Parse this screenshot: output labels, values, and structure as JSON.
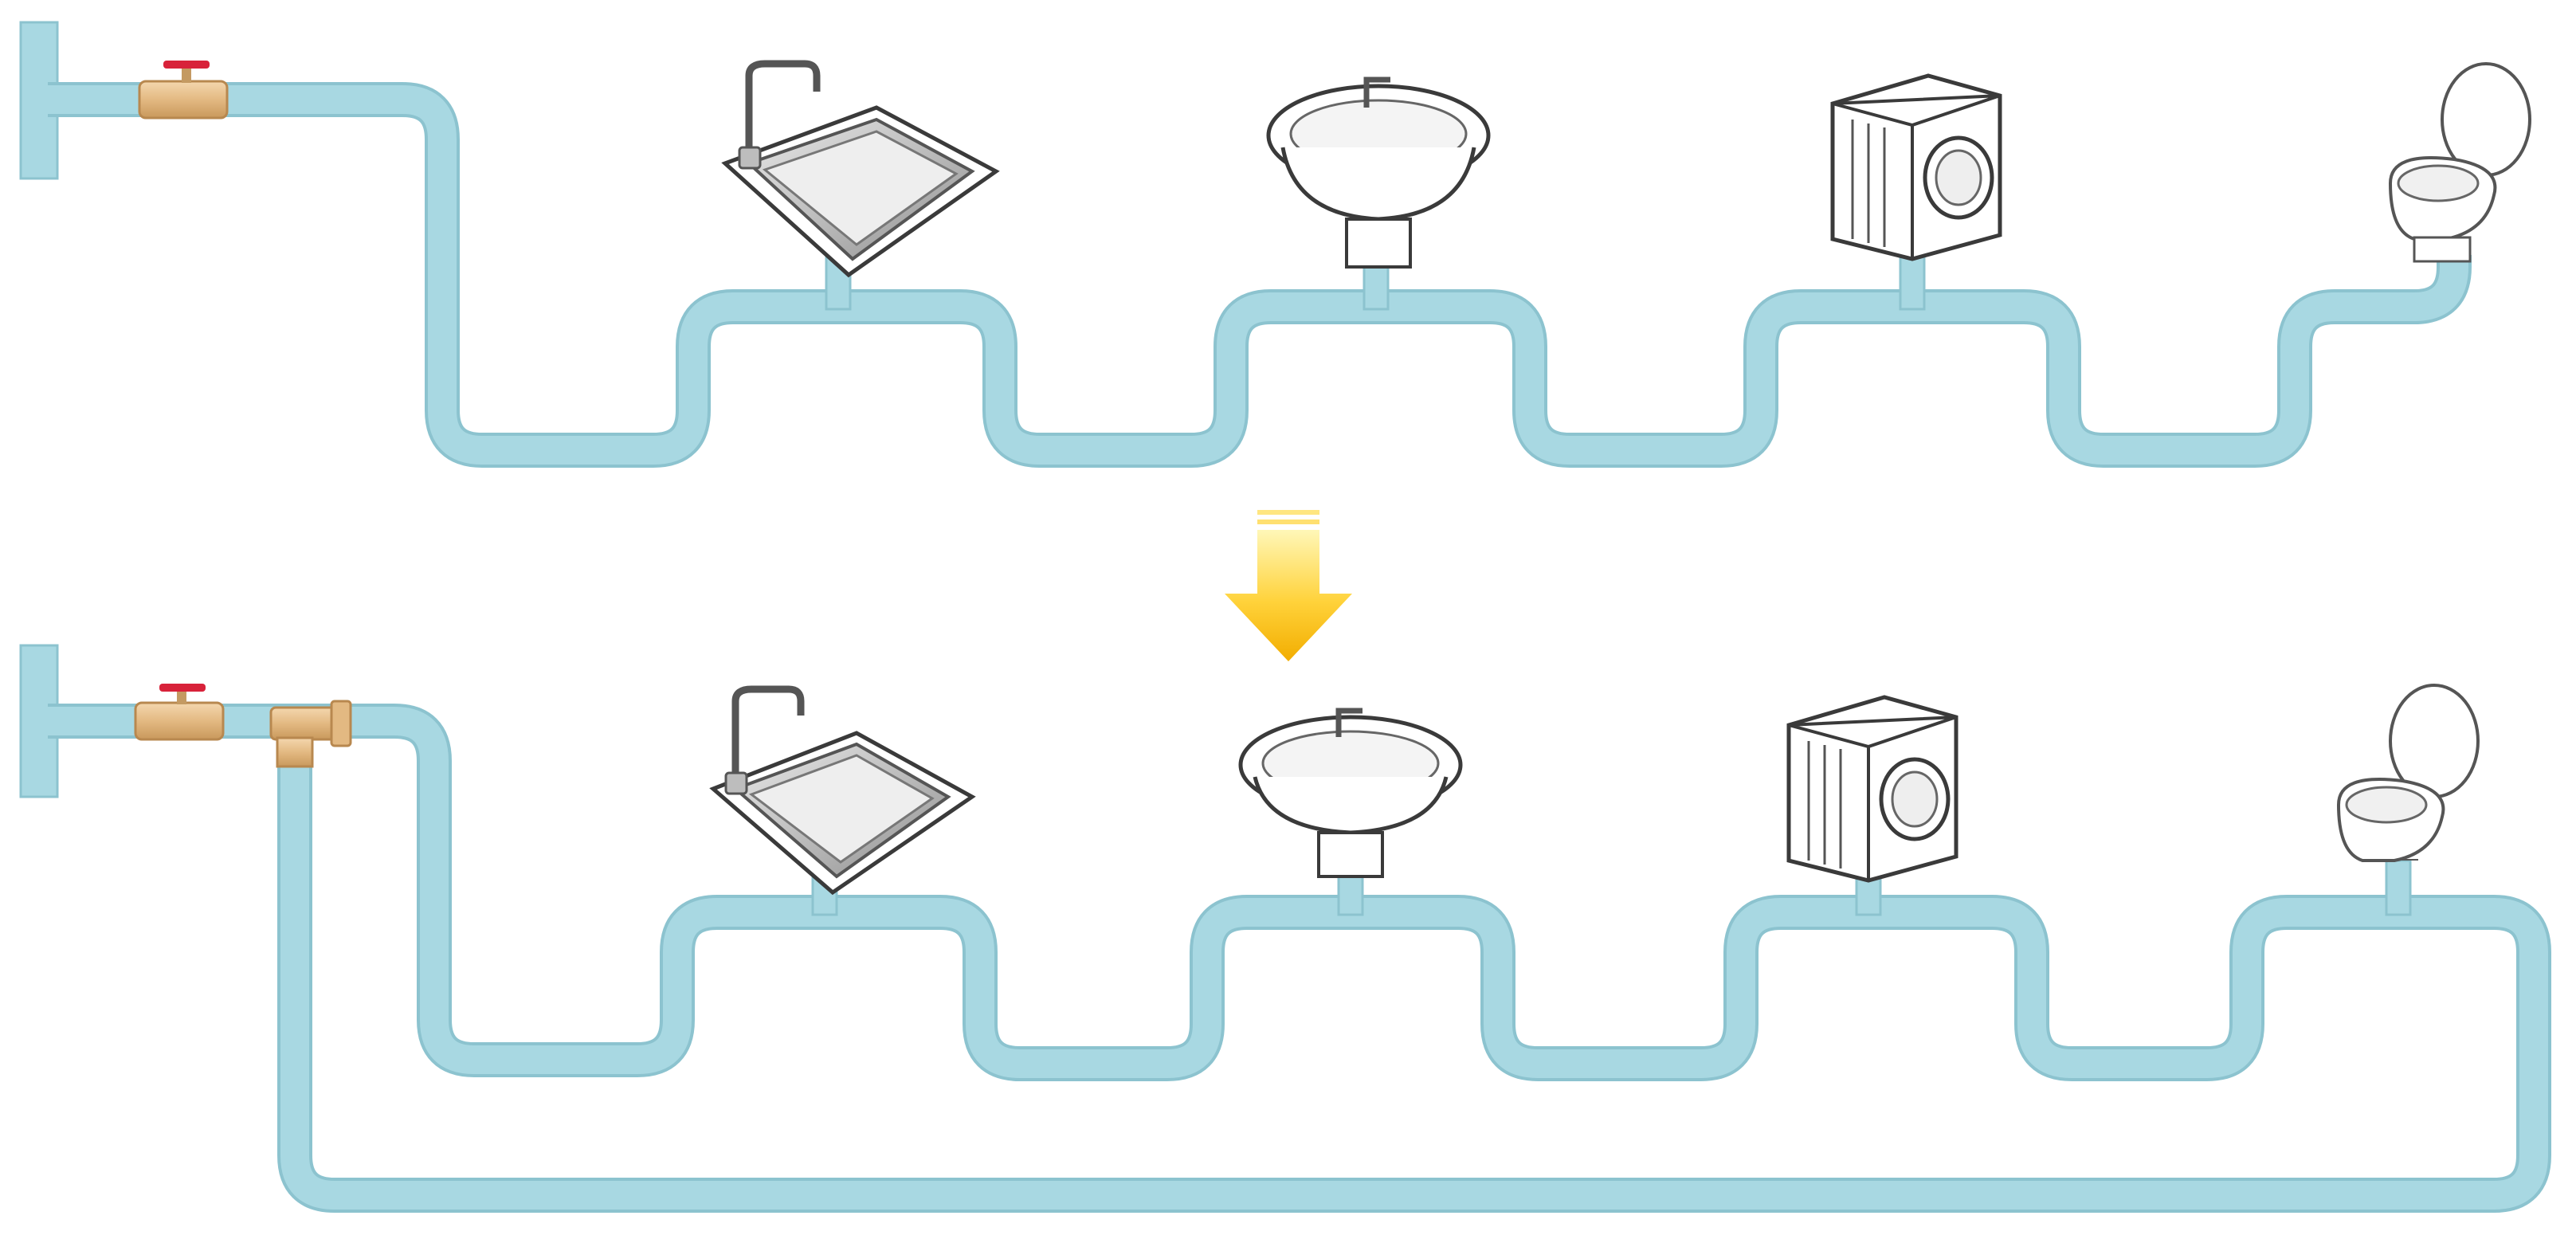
{
  "colors": {
    "pipe": "#a8d8e2",
    "pipe_edge": "#8cc3cf",
    "pipe_highlight": "#d6eef3",
    "valve_brass": "#e6c08e",
    "valve_brass_dark": "#c49a62",
    "valve_handle": "#d8223a",
    "arrow_top": "#fff3a0",
    "arrow_bottom": "#f2b400",
    "fixture_stroke": "#3a3a3a",
    "fixture_fill": "#ffffff",
    "metal_fill": "#c9c9c9"
  },
  "diagrams": [
    {
      "id": "before",
      "description_icons": [
        "main-supply-pipe",
        "shutoff-valve",
        "kitchen-sink-icon",
        "washbasin-icon",
        "washing-machine-icon",
        "toilet-icon"
      ],
      "has_return_loop": false
    },
    {
      "id": "after",
      "description_icons": [
        "main-supply-pipe",
        "shutoff-valve",
        "circulation-pump",
        "kitchen-sink-icon",
        "washbasin-icon",
        "washing-machine-icon",
        "toilet-icon"
      ],
      "has_return_loop": true
    }
  ],
  "transition_arrow_icon": "down-arrow-icon"
}
